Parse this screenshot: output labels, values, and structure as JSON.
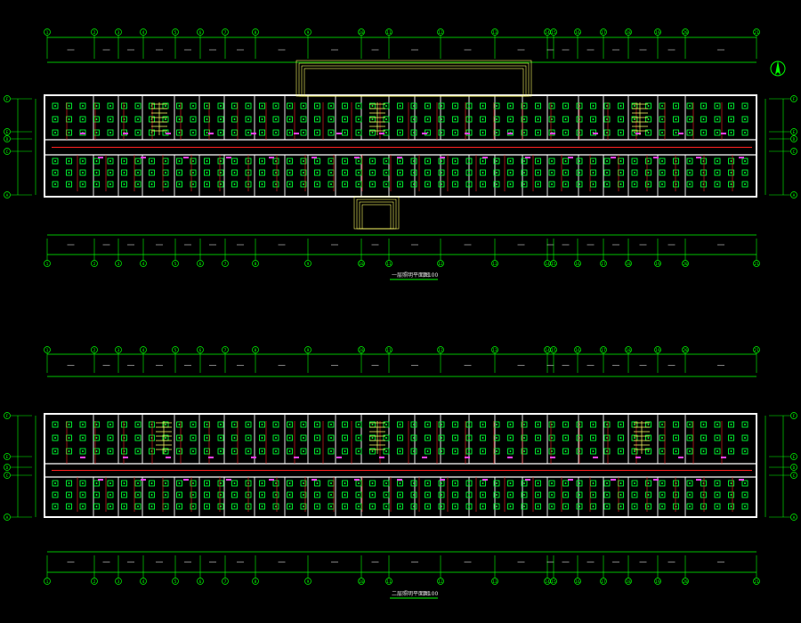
{
  "colors": {
    "background": "#000000",
    "grid": "#00ff00",
    "walls": "#ffffff",
    "wiring": "#ff2020",
    "fixtures": "#00ff33",
    "labels": "#ff40ff",
    "stairs": "#ffff66",
    "title": "#ffffff"
  },
  "plans": [
    {
      "id": "upper",
      "grid_numbers": [
        "1",
        "2",
        "3",
        "4",
        "5",
        "6",
        "7",
        "8",
        "9",
        "10",
        "11",
        "12",
        "13",
        "14",
        "15",
        "16",
        "17",
        "18",
        "19",
        "20",
        "21",
        "22",
        "23"
      ],
      "row_letters": [
        "F",
        "E",
        "D",
        "C",
        "A"
      ],
      "title": "一层照明平面图",
      "scale": "1:100"
    },
    {
      "id": "lower",
      "grid_numbers": [
        "1",
        "2",
        "3",
        "4",
        "5",
        "6",
        "7",
        "8",
        "9",
        "10",
        "11",
        "12",
        "13",
        "14",
        "15",
        "16",
        "17",
        "18",
        "19",
        "20",
        "21",
        "22",
        "23"
      ],
      "row_letters": [
        "F",
        "E",
        "D",
        "C",
        "A"
      ],
      "title": "二层照明平面图",
      "scale": "1:100"
    }
  ],
  "icons": {
    "north_arrow": "north-arrow-icon"
  }
}
